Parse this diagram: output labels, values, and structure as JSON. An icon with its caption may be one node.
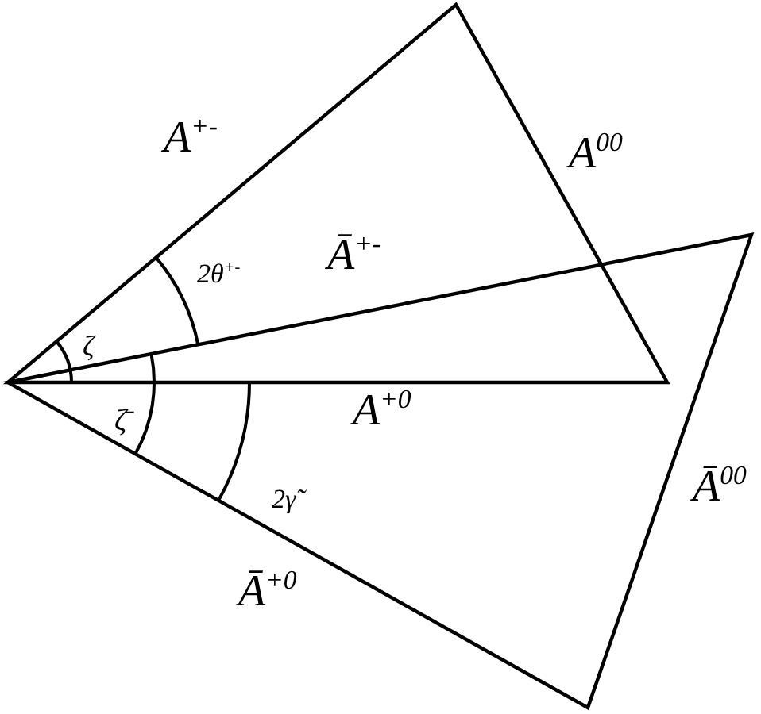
{
  "diagram": {
    "labels": [
      "A$^{+-}$",
      "A$^{00}$",
      "2θ$^{+-}$",
      "Ā$^{+-}$",
      "ζ",
      "A$^{+0}$",
      "ζ̄",
      "2γ̃",
      "Ā$^{00}$",
      "Ā$^{+0}$"
    ]
  }
}
